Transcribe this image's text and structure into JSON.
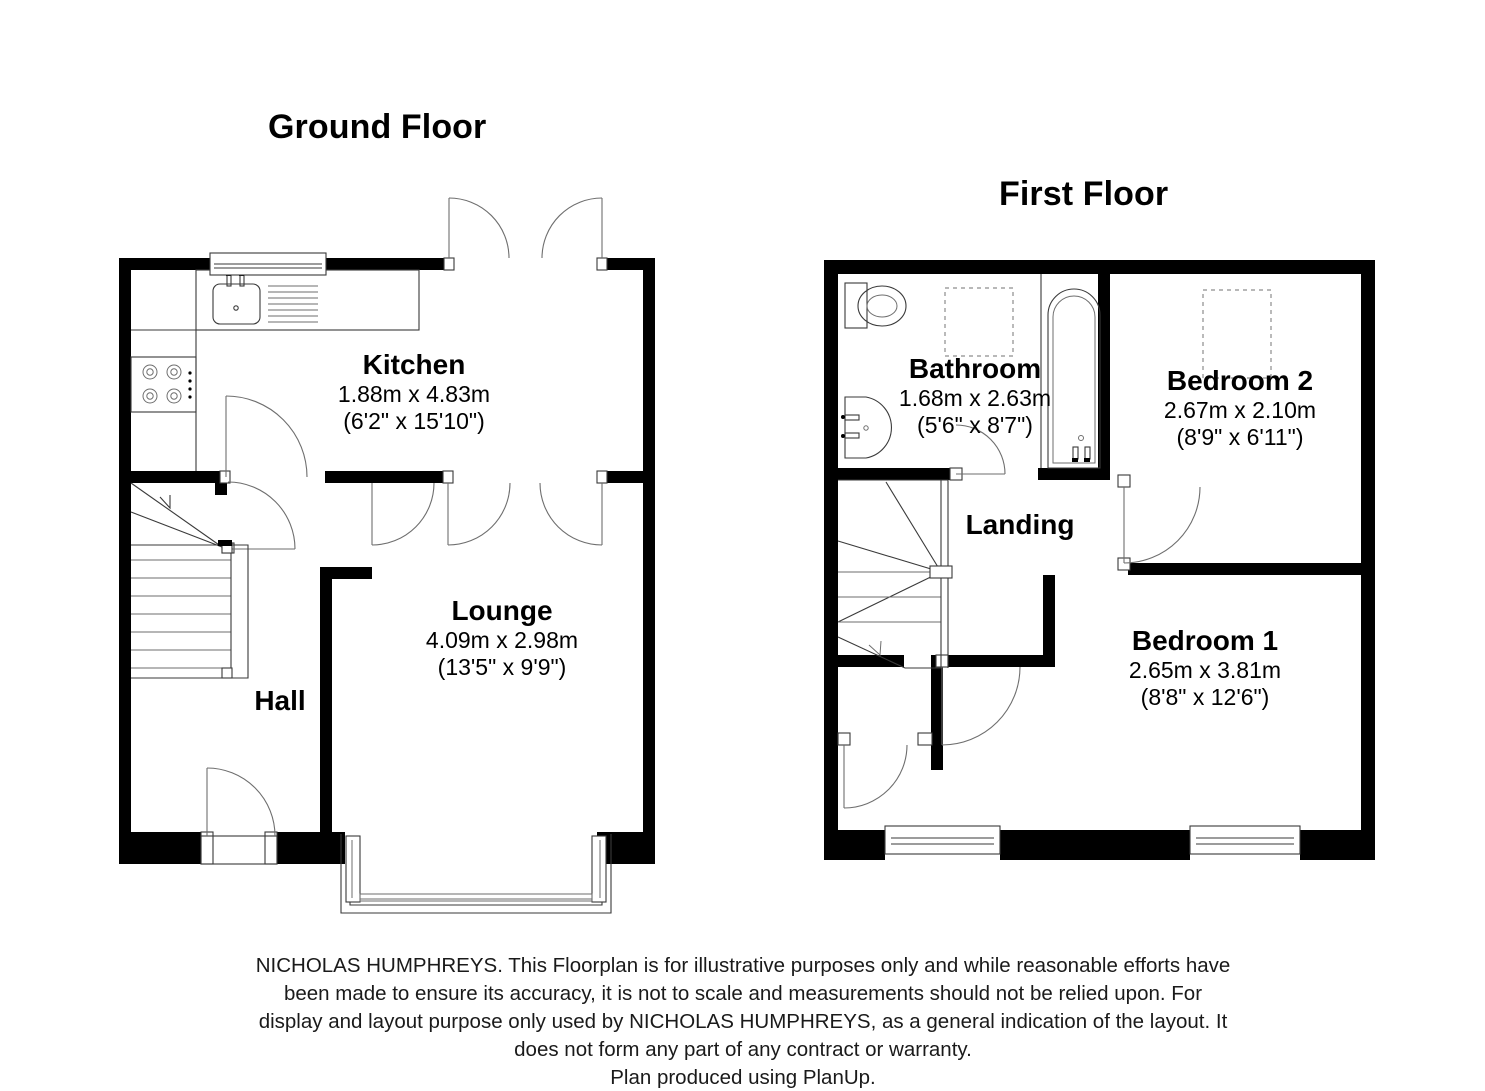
{
  "document": {
    "type": "floorplan",
    "producer": "PlanUp",
    "agency": "NICHOLAS HUMPHREYS"
  },
  "floors": [
    {
      "id": "ground",
      "title": "Ground Floor",
      "rooms": [
        {
          "key": "kitchen",
          "name": "Kitchen",
          "dim_metric": "1.88m x 4.83m",
          "dim_imperial": "(6'2\" x 15'10\")",
          "fixtures": [
            "sink",
            "drainer",
            "hob",
            "worktop",
            "window",
            "double-door"
          ]
        },
        {
          "key": "lounge",
          "name": "Lounge",
          "dim_metric": "4.09m x 2.98m",
          "dim_imperial": "(13'5\" x 9'9\")",
          "fixtures": [
            "bay-window",
            "double-door"
          ]
        },
        {
          "key": "hall",
          "name": "Hall",
          "dim_metric": "",
          "dim_imperial": "",
          "fixtures": [
            "staircase",
            "front-door",
            "internal-door"
          ]
        }
      ]
    },
    {
      "id": "first",
      "title": "First Floor",
      "rooms": [
        {
          "key": "bathroom",
          "name": "Bathroom",
          "dim_metric": "1.68m x 2.63m",
          "dim_imperial": "(5'6\" x 8'7\")",
          "fixtures": [
            "toilet",
            "wash-basin",
            "bathtub",
            "cupboard-outline",
            "door"
          ]
        },
        {
          "key": "bedroom2",
          "name": "Bedroom 2",
          "dim_metric": "2.67m x 2.10m",
          "dim_imperial": "(8'9\" x 6'11\")",
          "fixtures": [
            "bulkhead-outline",
            "door"
          ]
        },
        {
          "key": "bedroom1",
          "name": "Bedroom 1",
          "dim_metric": "2.65m x 3.81m",
          "dim_imperial": "(8'8\" x 12'6\")",
          "fixtures": [
            "window",
            "door"
          ]
        },
        {
          "key": "landing",
          "name": "Landing",
          "dim_metric": "",
          "dim_imperial": "",
          "fixtures": [
            "staircase",
            "window"
          ]
        }
      ]
    }
  ],
  "disclaimer": {
    "line1": "NICHOLAS HUMPHREYS. This Floorplan is for illustrative purposes only and while reasonable efforts have",
    "line2": "been made to ensure its accuracy, it is not to scale and measurements should not be relied upon. For",
    "line3": "display and layout purpose only used by NICHOLAS HUMPHREYS, as a general indication of the layout. It",
    "line4": "does not form any part of any contract or warranty.",
    "line5": "Plan produced using PlanUp."
  },
  "colors": {
    "wall": "#000000",
    "fixture_line": "#3a3a3a",
    "swing_line": "#6e6e6e",
    "dashed_line": "#8d8d8d",
    "background": "#ffffff",
    "text": "#000000"
  }
}
